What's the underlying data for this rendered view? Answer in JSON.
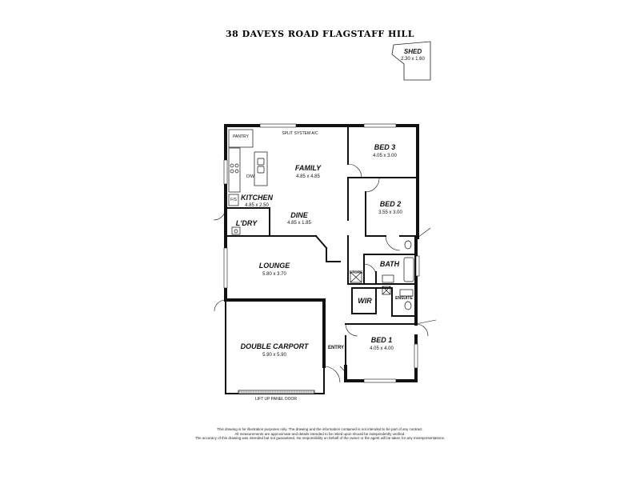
{
  "title": "38 DAVEYS ROAD FLAGSTAFF HILL",
  "shed": {
    "name": "SHED",
    "size": "2.30 x 1.60"
  },
  "rooms": {
    "family": {
      "name": "FAMILY",
      "size": "4.85 x 4.85"
    },
    "bed3": {
      "name": "BED 3",
      "size": "4.05 x 3.00"
    },
    "bed2": {
      "name": "BED 2",
      "size": "3.55 x 3.00"
    },
    "kitchen": {
      "name": "KITCHEN",
      "size": "4.85 x 2.50"
    },
    "dine": {
      "name": "DINE",
      "size": "4.85 x 1.85"
    },
    "lounge": {
      "name": "LOUNGE",
      "size": "5.80 x 3.70"
    },
    "carport": {
      "name": "DOUBLE CARPORT",
      "size": "5.90 x 5.90"
    },
    "bed1": {
      "name": "BED 1",
      "size": "4.05 x 4.00"
    },
    "laundry": {
      "name": "L'DRY"
    },
    "bath": {
      "name": "BATH"
    },
    "wir": {
      "name": "WIR"
    },
    "ensuite": {
      "name": "ENSUITE"
    },
    "entry": {
      "name": "ENTRY"
    },
    "store": {
      "name": "STORE"
    }
  },
  "labels": {
    "pantry": "PANTRY",
    "split_system": "SPLIT SYSTEM A/C",
    "dishwasher": "D/W",
    "fridge": "F/S",
    "garage_door": "LIFT UP PANEL DOOR"
  },
  "disclaimer": [
    "This drawing is for illustration purposes only. The drawing and the information contained is not intended to be part of any contract.",
    "All measurements are approximate and details intended to be relied upon should be independently verified.",
    "The accuracy of this drawing was intended but not guaranteed. No responsibility on behalf of the owner or the agent will be taken for any misrepresentations."
  ]
}
